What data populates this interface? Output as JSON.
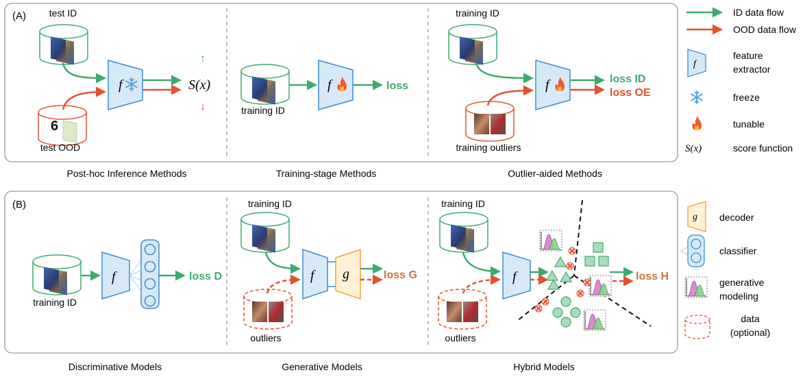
{
  "colors": {
    "id_green": "#3daa6e",
    "ood_red": "#e4502f",
    "extractor_fill": "#d6e9f7",
    "extractor_stroke": "#3c8ccc",
    "decoder_fill": "#fff2d6",
    "decoder_stroke": "#f0a030",
    "panel_stroke": "#9a9a9a",
    "marker_fill": "#a8dcbc",
    "marker_stroke": "#3daa6e"
  },
  "panel_a": {
    "label": "(A)",
    "posthoc": {
      "in_label": "test ID",
      "ood_label": "test OOD",
      "f": "f",
      "score": "S(x)",
      "up": "↑",
      "down": "↓",
      "caption": "Post-hoc Inference Methods"
    },
    "training": {
      "in_label": "training ID",
      "f": "f",
      "loss": "loss",
      "caption": "Training-stage Methods"
    },
    "outlier": {
      "in_label": "training ID",
      "ood_label": "training outliers",
      "f": "f",
      "loss_id": "loss ID",
      "loss_oe": "loss OE",
      "caption": "Outlier-aided Methods"
    }
  },
  "panel_b": {
    "label": "(B)",
    "disc": {
      "in_label": "training ID",
      "f": "f",
      "loss": "loss D",
      "caption": "Discriminative Models"
    },
    "gen": {
      "in_label": "training ID",
      "ood_label": "outliers",
      "f": "f",
      "g": "g",
      "loss": "loss G",
      "caption": "Generative Models"
    },
    "hybrid": {
      "in_label": "training ID",
      "ood_label": "outliers",
      "f": "f",
      "loss": "loss H",
      "caption": "Hybrid Models"
    }
  },
  "legend_a": {
    "id_flow": "ID data flow",
    "ood_flow": "OOD data flow",
    "f": "f",
    "extractor_1": "feature",
    "extractor_2": "extractor",
    "freeze": "freeze",
    "tunable": "tunable",
    "score_sym": "S(x)",
    "score": "score function"
  },
  "legend_b": {
    "g": "g",
    "decoder": "decoder",
    "classifier": "classifier",
    "gen_1": "generative",
    "gen_2": "modeling",
    "data_1": "data",
    "data_2": "(optional)"
  },
  "icons": {
    "freeze": "snowflake-icon",
    "tunable": "flame-icon",
    "cross": "cross-icon"
  }
}
